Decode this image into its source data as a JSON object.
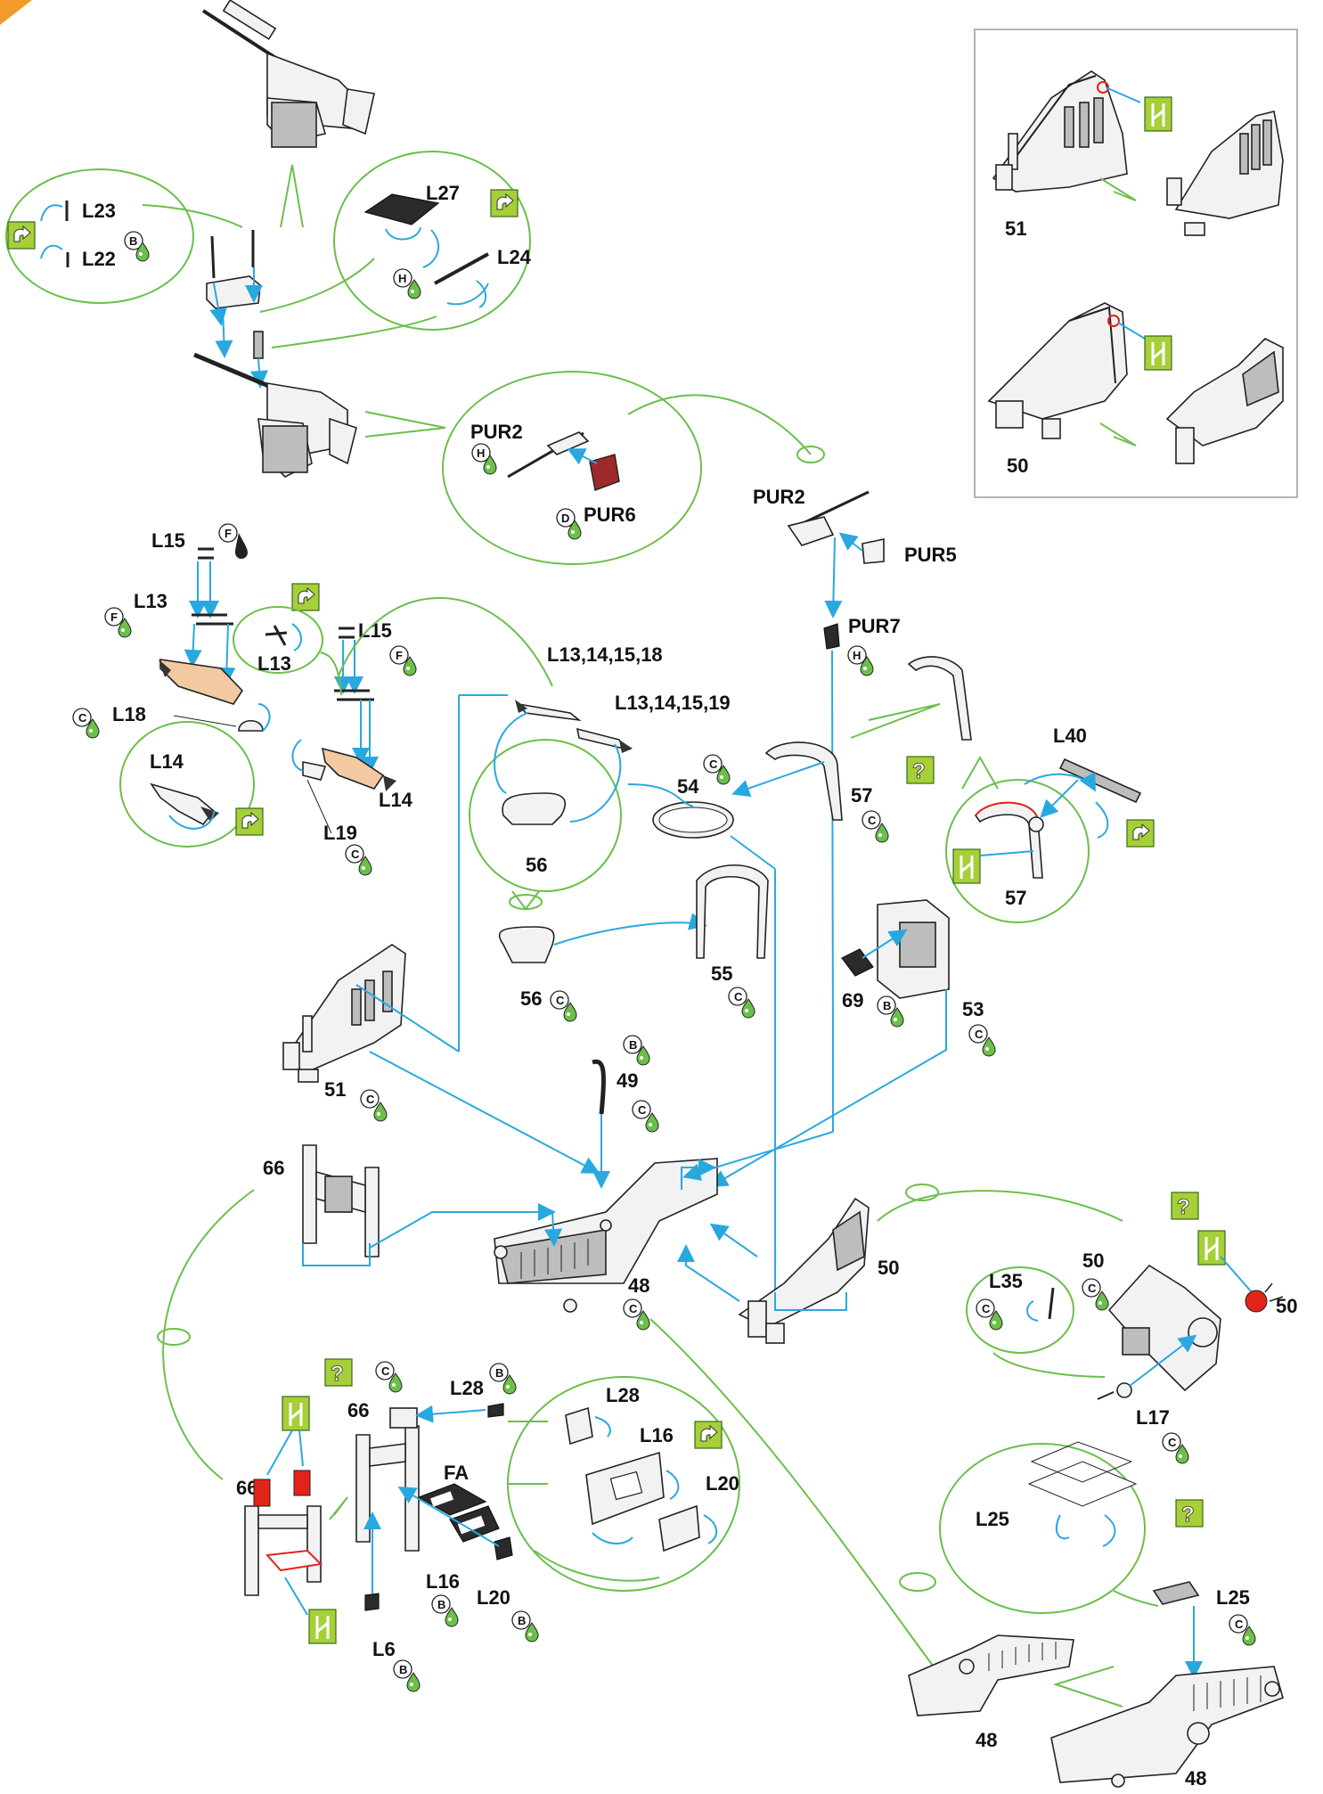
{
  "colors": {
    "guide_green": "#6cbf4a",
    "arrow_blue": "#29a8e0",
    "highlight_red": "#e2231a",
    "corner_orange": "#f39a2b",
    "icon_green": "#a6cf38",
    "inset_border": "#b3b3b3"
  },
  "inset": {
    "step_top": "51",
    "step_bottom": "50"
  },
  "labels": {
    "L23": "L23",
    "L22": "L22",
    "L27": "L27",
    "L24": "L24",
    "PUR2_a": "PUR2",
    "PUR6": "PUR6",
    "PUR2_b": "PUR2",
    "PUR5": "PUR5",
    "PUR7": "PUR7",
    "L15_a": "L15",
    "L13_a": "L13",
    "L13_b": "L13",
    "L15_b": "L15",
    "L13_14_15_18": "L13,14,15,18",
    "L13_14_15_19": "L13,14,15,19",
    "L18": "L18",
    "L14_a": "L14",
    "L19": "L19",
    "L14_b": "L14",
    "p54": "54",
    "p57_a": "57",
    "L40": "L40",
    "p57_b": "57",
    "p56_a": "56",
    "p56_b": "56",
    "p55": "55",
    "p69": "69",
    "p53": "53",
    "p51": "51",
    "p49": "49",
    "p66_a": "66",
    "p48_a": "48",
    "p50_a": "50",
    "p50_b": "50",
    "p50_c": "50",
    "L35": "L35",
    "L17": "L17",
    "p66_b": "66",
    "L28_a": "L28",
    "L28_b": "L28",
    "FA": "FA",
    "L16_a": "L16",
    "L20_a": "L20",
    "p66_c": "66",
    "L16_b": "L16",
    "L20_b": "L20",
    "L6": "L6",
    "L25_a": "L25",
    "L25_b": "L25",
    "p48_b": "48",
    "p48_c": "48"
  },
  "badges": {
    "B": "B",
    "C": "C",
    "D": "D",
    "F": "F",
    "H": "H"
  },
  "icons": {
    "question": "?",
    "rotate": "rotate-icon",
    "cut": "cut-icon",
    "glue": "glue-drop-icon"
  }
}
